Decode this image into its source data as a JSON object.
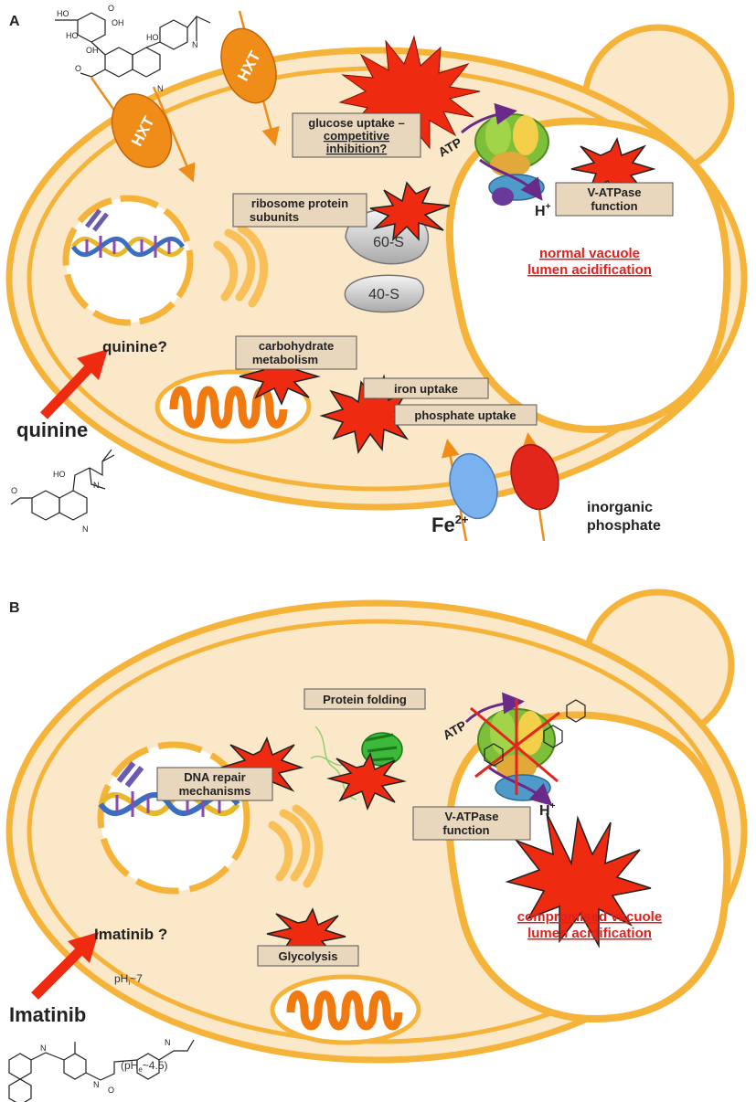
{
  "colors": {
    "cell_fill": "#fbe8c8",
    "membrane": "#f6b33a",
    "starburst": "#ee2a10",
    "hxt": "#f08c18",
    "fe_transporter": "#79b2ee",
    "phosphate_transporter": "#e3261c",
    "mitochondrion": "#f07a10",
    "emphasis_red": "#e0201b"
  },
  "panel_a": {
    "letter": "A",
    "hxt_label": "HXT",
    "glucose_box": [
      "glucose uptake –",
      "competitive",
      "inhibition?"
    ],
    "ribosome_box": [
      "ribosome protein",
      "subunits"
    ],
    "ribosome_large": "60-S",
    "ribosome_small": "40-S",
    "atp": "ATP",
    "h_plus": "H",
    "h_plus_sup": "+",
    "vatpase_box": [
      "V-ATPase",
      "function"
    ],
    "vacuole_status": [
      "normal vacuole",
      "lumen acidification"
    ],
    "quinine_inside": "quinine?",
    "quinine_outside": "quinine",
    "carb_box": [
      "carbohydrate",
      "metabolism"
    ],
    "iron_box": "iron uptake",
    "phosphate_box": "phosphate uptake",
    "fe": "Fe",
    "fe_sup": "2+",
    "inorganic_phosphate": [
      "inorganic",
      "phosphate"
    ]
  },
  "panel_b": {
    "letter": "B",
    "protein_box": "Protein folding",
    "atp": "ATP",
    "dna_box": [
      "DNA repair",
      "mechanisms"
    ],
    "h_plus": "H",
    "h_plus_sup": "+",
    "vatpase_box": [
      "V-ATPase",
      "function"
    ],
    "vacuole_status": [
      "compromised vacuole",
      "lumen acidification"
    ],
    "imatinib_inside": "Imatinib ?",
    "glycolysis_box": "Glycolysis",
    "ph_inside": "pH",
    "ph_inside_sub": "i",
    "ph_inside_val": "~7",
    "imatinib_outside": "Imatinib",
    "ph_outside": "(pH",
    "ph_outside_sub": "e",
    "ph_outside_val": "~4.5)"
  }
}
